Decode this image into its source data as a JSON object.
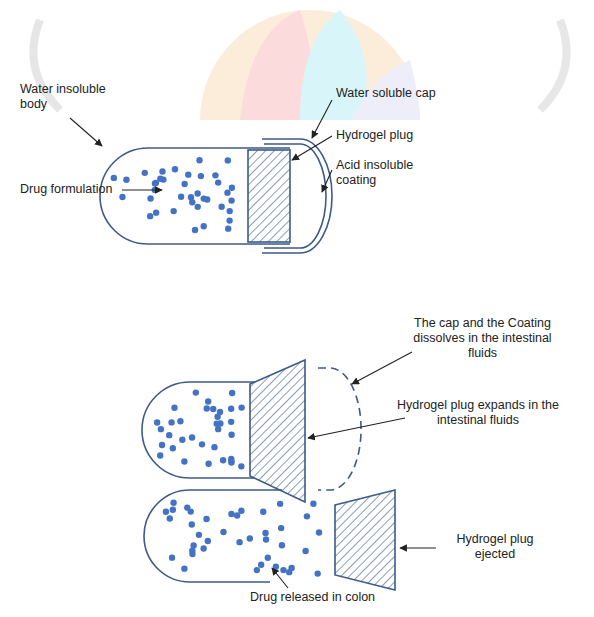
{
  "diagram": {
    "labels": [
      "Water insoluble body",
      "Drug formulation",
      "Water soluble cap",
      "Hydrogel plug",
      "Acid insoluble coating",
      "The cap and the Coating dissolves in the intestinal fluids",
      "Hydrogel plug expands in the intestinal fluids",
      "Hydrogel plug ejected",
      "Drug released in colon"
    ]
  }
}
